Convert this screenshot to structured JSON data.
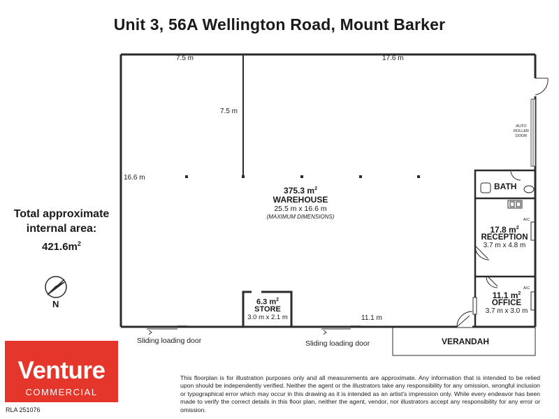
{
  "title": "Unit 3, 56A Wellington Road, Mount Barker",
  "area_summary": {
    "label": "Total approximate internal area:",
    "value": "421.6m",
    "value_sup": "2"
  },
  "compass_label": "N",
  "dimensions": {
    "top_left": "7.5 m",
    "top_right": "17.6 m",
    "inner_wall": "7.5 m",
    "left_height": "16.6 m",
    "bottom": "11.1 m"
  },
  "rooms": {
    "warehouse": {
      "area": "375.3 m",
      "name": "WAREHOUSE",
      "size": "25.5 m x 16.6 m",
      "note": "(MAXIMUM DIMENSIONS)"
    },
    "bath": {
      "name": "BATH"
    },
    "reception": {
      "area": "17.8 m",
      "name": "RECEPTION",
      "size": "3.7 m x 4.8 m"
    },
    "office": {
      "area": "11.1 m",
      "name": "OFFICE",
      "size": "3.7 m x 3.0 m"
    },
    "store": {
      "area": "6.3 m",
      "name": "STORE",
      "size": "3.0 m x 2.1 m"
    },
    "verandah": {
      "name": "VERANDAH"
    }
  },
  "sq_sup": "2",
  "annotations": {
    "auto_roller_door": [
      "AUTO",
      "ROLLER",
      "DOOR"
    ],
    "ac": "A/C",
    "sliding_door_1": "Sliding loading door",
    "sliding_door_2": "Sliding loading door"
  },
  "logo": {
    "brand": "Venture",
    "sub": "COMMERCIAL",
    "color": "#e5362b"
  },
  "rla": "RLA 251076",
  "disclaimer": "This floorplan is for illustration purposes only and all measurements are approximate. Any information that is intended to be relied upon should be independently verified. Neither the agent or the illustrators take any responsibility for any omission, wrongful inclusion or typographical error which may occur in this drawing as it is intended as an artist's impression only. While every endeavor has been made to verify the correct details in this floor plan, neither the agent, vendor, nor illustrators accept any responsibility for any error or omission."
}
